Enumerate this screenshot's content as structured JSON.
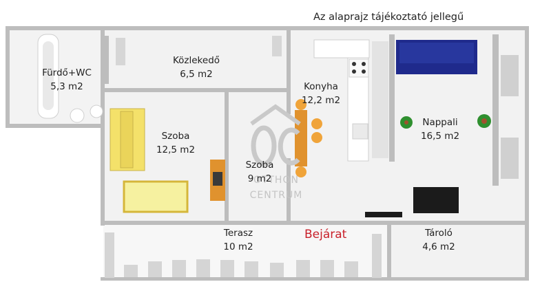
{
  "note": "Az alaprajz tájékoztató jellegű",
  "entrance": "Bejárat",
  "watermark": {
    "line1": "OTTHON",
    "line2": "CENTRUM"
  },
  "rooms": [
    {
      "name": "Fürdő+WC",
      "area": "5,3 m2"
    },
    {
      "name": "Közlekedő",
      "area": "6,5 m2"
    },
    {
      "name": "Konyha",
      "area": "12,2 m2"
    },
    {
      "name": "Szoba",
      "area": "12,5  m2"
    },
    {
      "name": "Szoba",
      "area": "9 m2"
    },
    {
      "name": "Nappali",
      "area": "16,5  m2"
    },
    {
      "name": "Terasz",
      "area": "10 m2"
    },
    {
      "name": "Tároló",
      "area": "4,6 m2"
    }
  ],
  "colors": {
    "wall": "#bdbdbd",
    "floor": "#f2f2f2",
    "sofa": "#1f2a8c",
    "wood": "#e0922e",
    "bed": "#f4e16a",
    "entrance": "#c8202a"
  }
}
